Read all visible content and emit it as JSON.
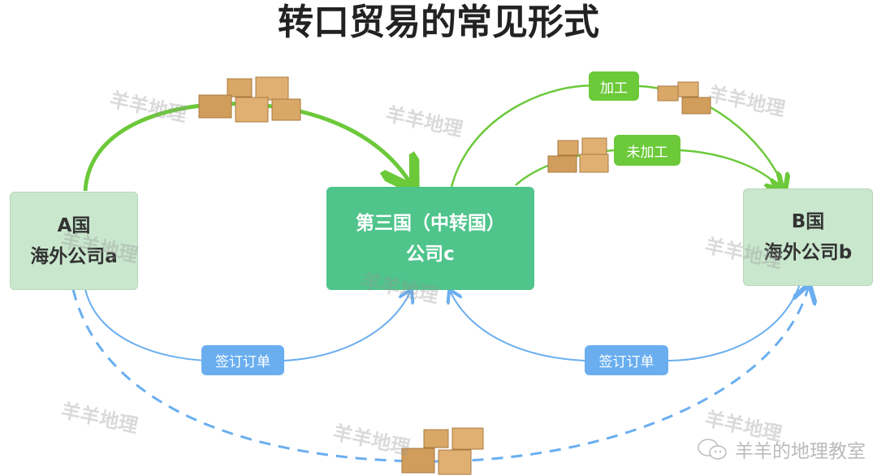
{
  "title": "转口贸易的常见形式",
  "nodes": {
    "a": {
      "line1": "A国",
      "line2": "海外公司a"
    },
    "c": {
      "line1": "第三国（中转国）",
      "line2": "公司c"
    },
    "b": {
      "line1": "B国",
      "line2": "海外公司b"
    }
  },
  "labels": {
    "processed": "加工",
    "unprocessed": "未加工",
    "order_left": "签订订单",
    "order_right": "签订订单"
  },
  "watermark": "羊羊地理",
  "brand": "羊羊的地理教室",
  "colors": {
    "goods_flow": "#6cc93a",
    "order_flow": "#6aaef0",
    "hub": "#4fc48b",
    "country": "#c9e7cd"
  }
}
